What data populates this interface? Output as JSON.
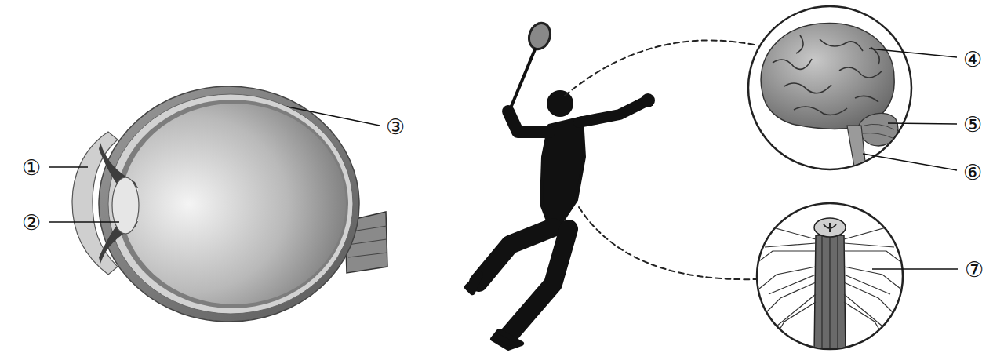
{
  "diagram": {
    "labels": [
      "①",
      "②",
      "③",
      "④",
      "⑤",
      "⑥",
      "⑦"
    ]
  }
}
